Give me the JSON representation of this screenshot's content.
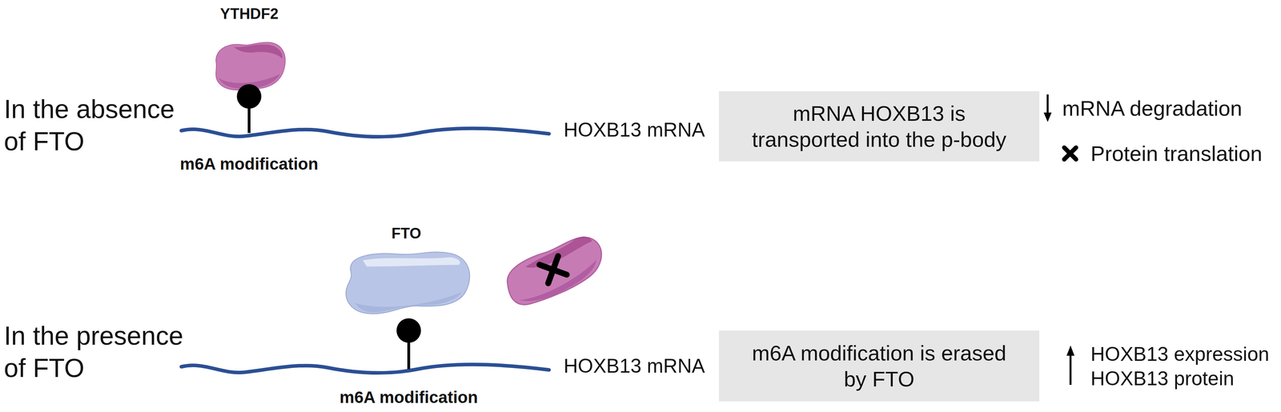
{
  "diagram": {
    "nodes": [
      {
        "text": [
          "YTHDF2"
        ]
      },
      {
        "text": [
          "mRNA HOXB13 is transported into the p-body"
        ]
      },
      {
        "text": [
          "FTO"
        ]
      },
      {
        "text": [
          "m6A modification is erased by FTO"
        ]
      }
    ],
    "labels": [
      "In the absence of FTO",
      "m6A modification",
      "HOXB13 mRNA",
      "mRNA degradation",
      "Protein translation",
      "In the presence of FTO",
      "m6A modification",
      "HOXB13 mRNA",
      "HOXB13 expression",
      "HOXB13 protein"
    ]
  }
}
